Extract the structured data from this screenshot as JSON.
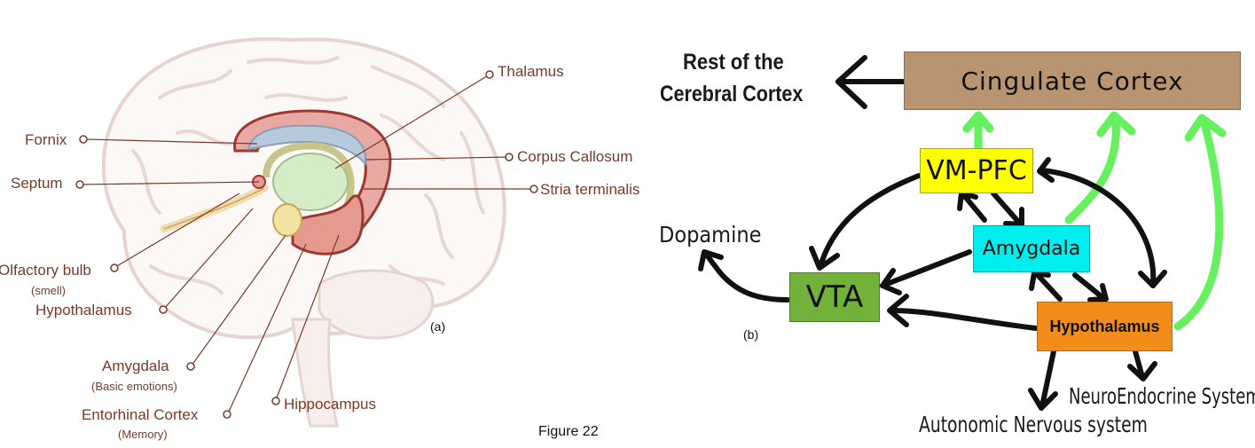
{
  "brain_labels": {
    "thalamus": "Thalamus",
    "fornix": "Fornix",
    "corpus_callosum": "Corpus Callosum",
    "septum": "Septum",
    "stria_terminalis": "Stria terminalis",
    "olfactory_bulb": "Olfactory bulb",
    "olfactory_sub": "(smell)",
    "hypothalamus": "Hypothalamus",
    "amygdala": "Amygdala",
    "amygdala_sub": "(Basic emotions)",
    "entorhinal": "Entorhinal Cortex",
    "entorhinal_sub": "(Memory)",
    "hippocampus": "Hippocampus"
  },
  "panel_a_label": "(a)",
  "panel_b_label": "(b)",
  "figure_caption": "Figure 22",
  "diagram": {
    "cingulate": "Cingulate Cortex",
    "rest_line1": "Rest of the",
    "rest_line2": "Cerebral Cortex",
    "vmpfc": "VM-PFC",
    "amygdala": "Amygdala",
    "vta": "VTA",
    "hypothalamus": "Hypothalamus",
    "dopamine": "Dopamine",
    "neuroendocrine": "NeuroEndocrine System",
    "autonomic": "Autonomic Nervous system"
  },
  "colors": {
    "cingulate": "#b99470",
    "vmpfc": "#ffff00",
    "amygdala": "#00eeee",
    "vta": "#72b23a",
    "hypothalamus": "#f28c1a",
    "green_arrow": "#66f060",
    "label_brown": "#7a3a26"
  }
}
